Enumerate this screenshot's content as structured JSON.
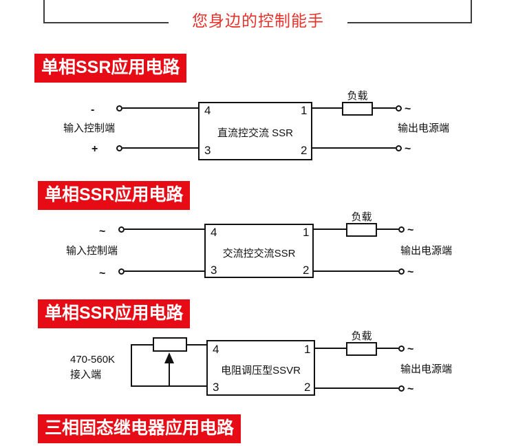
{
  "header": {
    "slogan": "您身边的控制能手"
  },
  "sections": [
    {
      "label": "单相SSR应用电路",
      "input_label": "输入控制端",
      "input_top_symbol": "-",
      "input_bottom_symbol": "+",
      "device_name": "直流控交流 SSR",
      "pins": {
        "p4": "4",
        "p1": "1",
        "p3": "3",
        "p2": "2"
      },
      "load_label": "负载",
      "output_label": "输出电源端",
      "output_top_symbol": "~",
      "output_bottom_symbol": "~"
    },
    {
      "label": "单相SSR应用电路",
      "input_label": "输入控制端",
      "input_top_symbol": "~",
      "input_bottom_symbol": "~",
      "device_name": "交流控交流SSR",
      "pins": {
        "p4": "4",
        "p1": "1",
        "p3": "3",
        "p2": "2"
      },
      "load_label": "负载",
      "output_label": "输出电源端",
      "output_top_symbol": "~",
      "output_bottom_symbol": "~"
    },
    {
      "label": "单相SSR应用电路",
      "input_label_line1": "470-560K",
      "input_label_line2": "接入端",
      "device_name": "电阻调压型SSVR",
      "pins": {
        "p4": "4",
        "p1": "1",
        "p3": "3",
        "p2": "2"
      },
      "load_label": "负载",
      "output_label": "输出电源端",
      "output_top_symbol": "~",
      "output_bottom_symbol": "~"
    }
  ],
  "footer": {
    "label": "三相固态继电器应用电路"
  },
  "colors": {
    "red_label_bg": "#e60b14",
    "slogan_red": "#e8312a",
    "line_black": "#111111",
    "frame_gray": "#3b3b3b"
  }
}
